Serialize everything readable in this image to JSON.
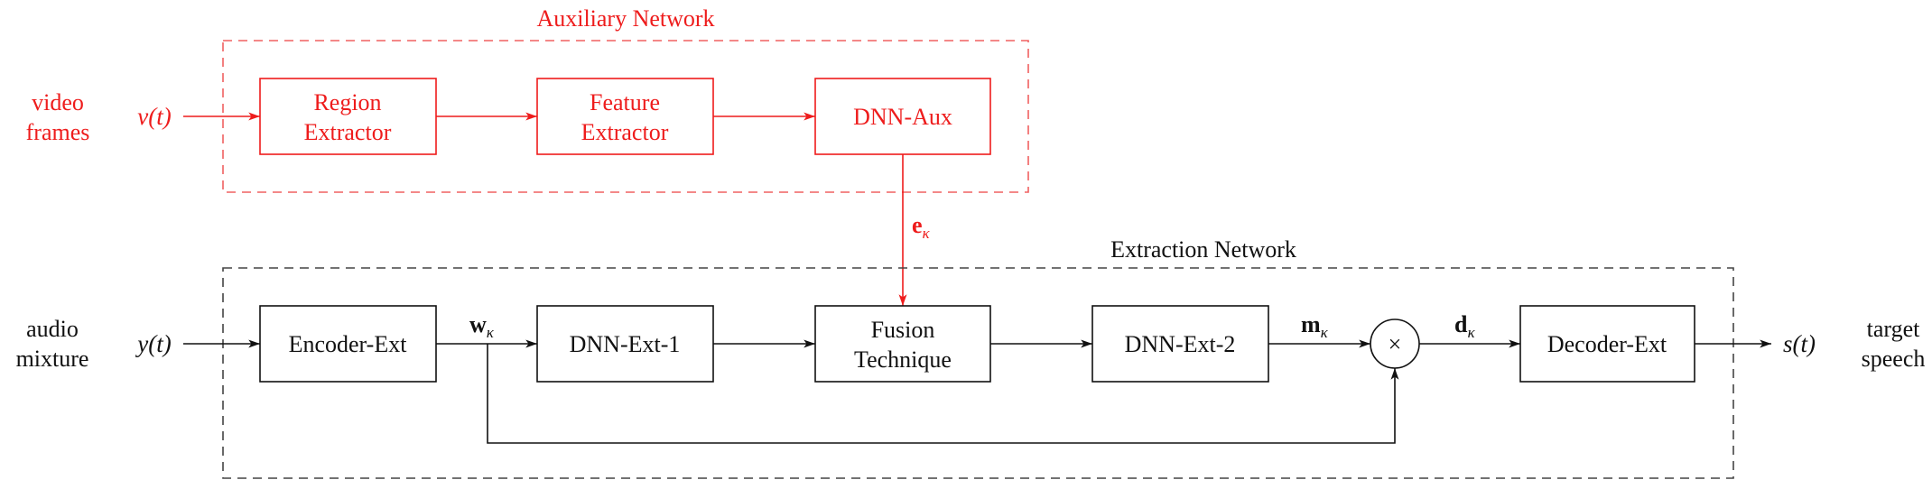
{
  "colors": {
    "auxiliary": "#ee1c1c",
    "extraction": "#111111",
    "aux_dashed": "#f06060",
    "ext_dashed": "#444444"
  },
  "auxiliary_network": {
    "title": "Auxiliary Network",
    "input_label_line1": "video",
    "input_label_line2": "frames",
    "input_signal": "v(t)",
    "blocks": [
      {
        "line1": "Region",
        "line2": "Extractor"
      },
      {
        "line1": "Feature",
        "line2": "Extractor"
      },
      {
        "line1": "DNN-Aux"
      }
    ],
    "output_signal": "e",
    "output_subscript": "κ"
  },
  "extraction_network": {
    "title": "Extraction Network",
    "input_label_line1": "audio",
    "input_label_line2": "mixture",
    "input_signal": "y(t)",
    "blocks": [
      {
        "line1": "Encoder-Ext"
      },
      {
        "line1": "DNN-Ext-1"
      },
      {
        "line1": "Fusion",
        "line2": "Technique"
      },
      {
        "line1": "DNN-Ext-2"
      },
      {
        "line1": "Decoder-Ext"
      }
    ],
    "multiplier_symbol": "×",
    "signals": {
      "w": "w",
      "m": "m",
      "d": "d",
      "subscript": "κ"
    },
    "output_signal": "s(t)",
    "output_label_line1": "target",
    "output_label_line2": "speech"
  }
}
